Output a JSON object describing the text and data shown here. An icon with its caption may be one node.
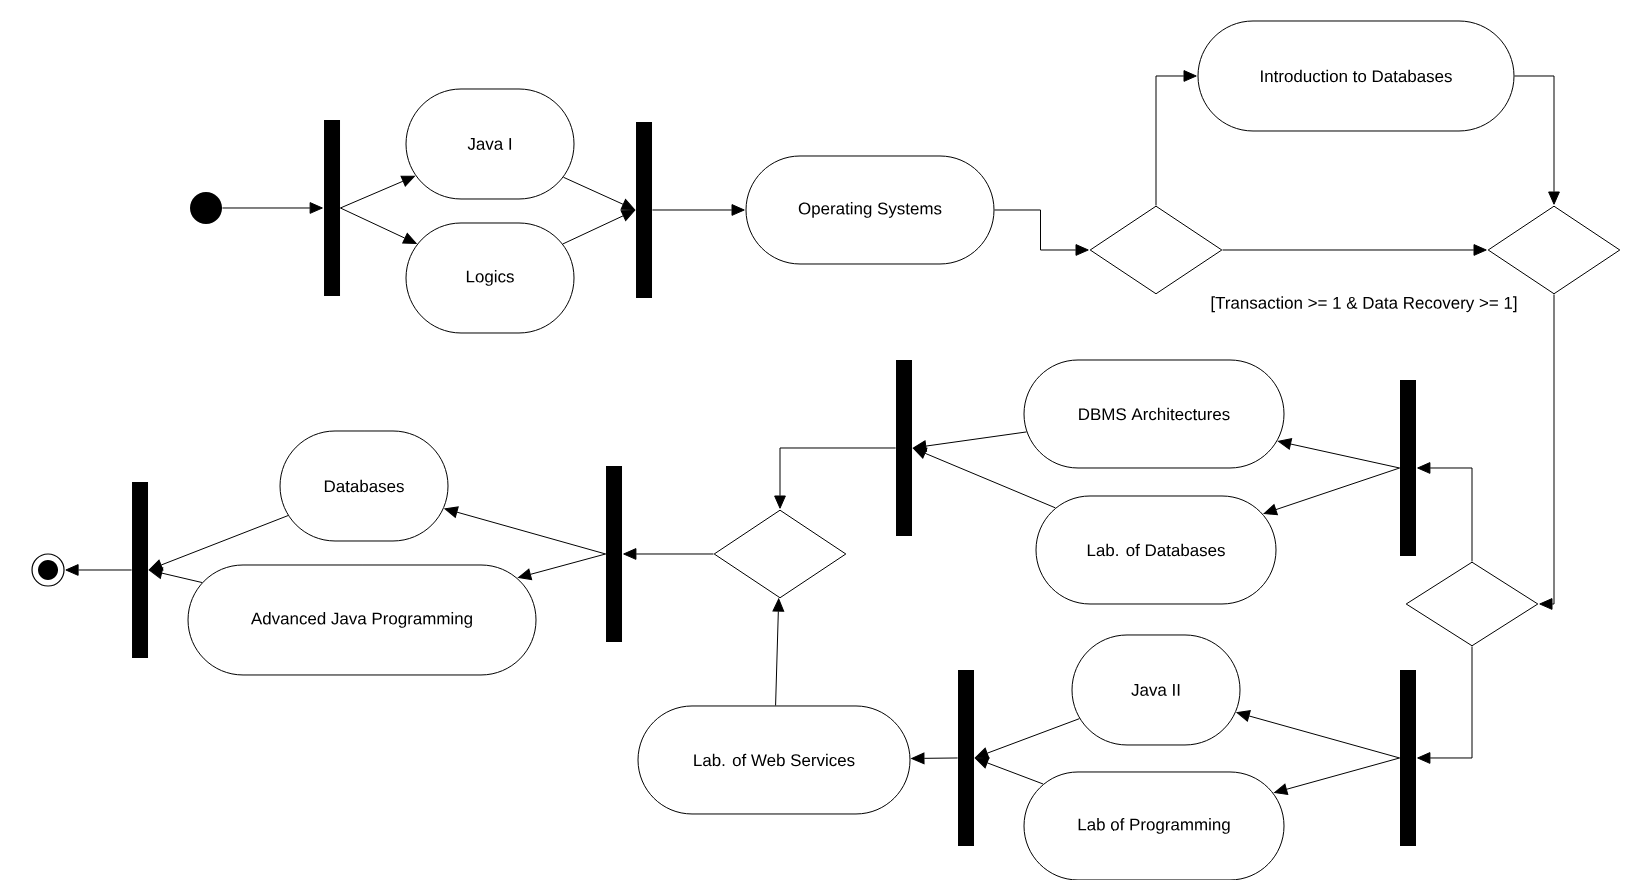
{
  "diagram": {
    "nodes": [
      {
        "text": [],
        "shape": "circle"
      },
      {
        "text": [],
        "shape": "bar"
      },
      {
        "text": [
          "Java I"
        ]
      },
      {
        "text": [
          "Logics"
        ]
      },
      {
        "text": [],
        "shape": "bar"
      },
      {
        "text": [
          "Operating Systems"
        ]
      },
      {
        "text": [],
        "shape": "diamond"
      },
      {
        "text": [
          "Introduction to Databases"
        ]
      },
      {
        "text": [],
        "shape": "diamond"
      },
      {
        "text": [],
        "shape": "diamond"
      },
      {
        "text": [],
        "shape": "bar"
      },
      {
        "text": [
          "DBMS Architectures"
        ]
      },
      {
        "text": [
          "Lab. of Databases"
        ]
      },
      {
        "text": [],
        "shape": "bar"
      },
      {
        "text": [],
        "shape": "diamond"
      },
      {
        "text": [],
        "shape": "bar"
      },
      {
        "text": [
          "Databases"
        ]
      },
      {
        "text": [
          "Advanced Java Programming"
        ]
      },
      {
        "text": [],
        "shape": "bar"
      },
      {
        "text": [],
        "shape": "bullseye"
      },
      {
        "text": [],
        "shape": "bar"
      },
      {
        "text": [
          "Java II"
        ]
      },
      {
        "text": [
          "Lab of Programming"
        ]
      },
      {
        "text": [],
        "shape": "bar"
      },
      {
        "text": [
          "Lab. of Web Services"
        ]
      }
    ],
    "edges": [
      {
        "from": 0,
        "to": 1,
        "arrow": "to"
      },
      {
        "from": 1,
        "to": 2,
        "arrow": "to"
      },
      {
        "from": 1,
        "to": 3,
        "arrow": "to"
      },
      {
        "from": 2,
        "to": 4,
        "arrow": "to"
      },
      {
        "from": 3,
        "to": 4,
        "arrow": "to"
      },
      {
        "from": 4,
        "to": 5,
        "arrow": "to"
      },
      {
        "from": 5,
        "to": 6,
        "arrow": "to"
      },
      {
        "from": 6,
        "to": 7,
        "arrow": "to"
      },
      {
        "from": 6,
        "to": 8,
        "arrow": "to",
        "label": "[Transaction >= 1 & Data Recovery >= 1]"
      },
      {
        "from": 7,
        "to": 8,
        "arrow": "to"
      },
      {
        "from": 8,
        "to": 9,
        "arrow": "to"
      },
      {
        "from": 9,
        "to": 10,
        "arrow": "to"
      },
      {
        "from": 9,
        "to": 20,
        "arrow": "to"
      },
      {
        "from": 10,
        "to": 11,
        "arrow": "to"
      },
      {
        "from": 10,
        "to": 12,
        "arrow": "to"
      },
      {
        "from": 11,
        "to": 13,
        "arrow": "to"
      },
      {
        "from": 12,
        "to": 13,
        "arrow": "to"
      },
      {
        "from": 13,
        "to": 14,
        "arrow": "to"
      },
      {
        "from": 24,
        "to": 14,
        "arrow": "to"
      },
      {
        "from": 14,
        "to": 15,
        "arrow": "to"
      },
      {
        "from": 15,
        "to": 16,
        "arrow": "to"
      },
      {
        "from": 15,
        "to": 17,
        "arrow": "to"
      },
      {
        "from": 16,
        "to": 18,
        "arrow": "to"
      },
      {
        "from": 17,
        "to": 18,
        "arrow": "to"
      },
      {
        "from": 18,
        "to": 19,
        "arrow": "to"
      },
      {
        "from": 20,
        "to": 21,
        "arrow": "to"
      },
      {
        "from": 20,
        "to": 22,
        "arrow": "to"
      },
      {
        "from": 21,
        "to": 23,
        "arrow": "to"
      },
      {
        "from": 22,
        "to": 23,
        "arrow": "to"
      },
      {
        "from": 23,
        "to": 24,
        "arrow": "to"
      }
    ]
  }
}
